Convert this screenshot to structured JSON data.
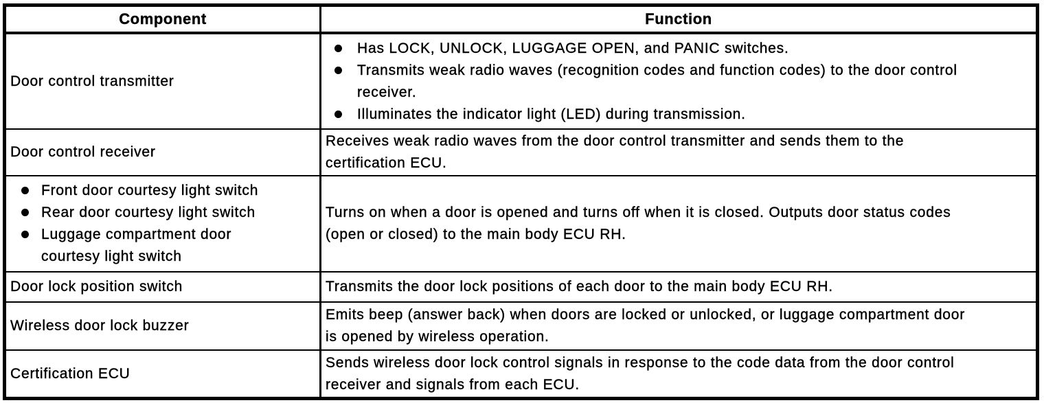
{
  "colors": {
    "border": "#000000",
    "text": "#000000",
    "background": "#ffffff"
  },
  "table": {
    "header": {
      "component": "Component",
      "function": "Function"
    },
    "rows": [
      {
        "component": {
          "lines": [
            "Door control transmitter"
          ]
        },
        "function": {
          "bullets": [
            {
              "lines": [
                "Has LOCK, UNLOCK, LUGGAGE OPEN, and PANIC switches."
              ]
            },
            {
              "lines": [
                "Transmits weak radio waves (recognition codes and function codes) to the door control",
                "receiver."
              ]
            },
            {
              "lines": [
                "Illuminates the indicator light (LED) during transmission."
              ]
            }
          ]
        }
      },
      {
        "component": {
          "lines": [
            "Door control receiver"
          ]
        },
        "function": {
          "lines": [
            "Receives weak radio waves from the door control transmitter and sends them to the",
            "certification ECU."
          ]
        }
      },
      {
        "component": {
          "bullets": [
            {
              "lines": [
                "Front door courtesy light switch"
              ]
            },
            {
              "lines": [
                "Rear door courtesy light switch"
              ]
            },
            {
              "lines": [
                "Luggage compartment door",
                "courtesy light switch"
              ]
            }
          ]
        },
        "function": {
          "lines": [
            "Turns on when a door is opened and turns off when it is closed. Outputs door status codes",
            "(open or closed) to the main body ECU RH."
          ]
        }
      },
      {
        "component": {
          "lines": [
            "Door lock position switch"
          ]
        },
        "function": {
          "lines": [
            "Transmits the door lock positions of each door to the main body ECU RH."
          ]
        }
      },
      {
        "component": {
          "lines": [
            "Wireless door lock buzzer"
          ]
        },
        "function": {
          "lines": [
            "Emits beep (answer back) when doors are locked or unlocked, or luggage compartment door",
            "is opened by wireless operation."
          ]
        }
      },
      {
        "component": {
          "lines": [
            "Certification ECU"
          ]
        },
        "function": {
          "lines": [
            "Sends wireless door lock control signals in response to the code data from the door control",
            "receiver and signals from each ECU."
          ]
        }
      }
    ]
  }
}
